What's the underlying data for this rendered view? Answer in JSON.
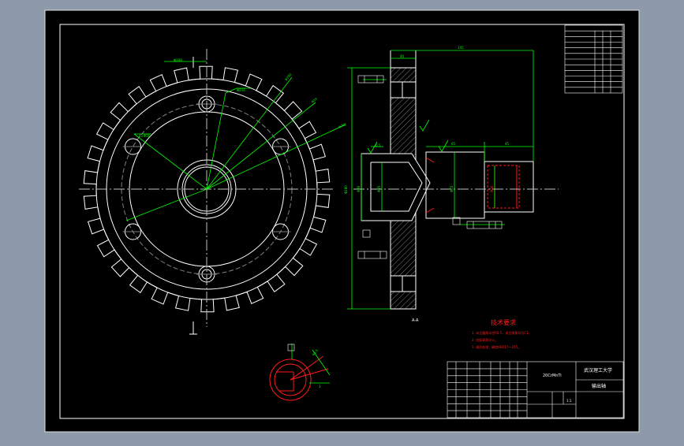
{
  "colors": {
    "window_bg": "#8e9aa9",
    "sheet_bg": "#000000",
    "line": "#ffffff",
    "dim": "#00ff00",
    "accent": "#ff1a1a",
    "mid_gray": "#808080"
  },
  "notes": {
    "title": "技术要求",
    "items": [
      "1. 未注圆角半径R0.5，未注倒角均为C1。",
      "2. 齿部高频淬火。",
      "3. 调质处理，硬度HB217～255。"
    ]
  },
  "title_block": {
    "material": "20CrMnTi",
    "school": "武汉理工大学",
    "part_name": "输出轴",
    "scale": "1:1"
  }
}
